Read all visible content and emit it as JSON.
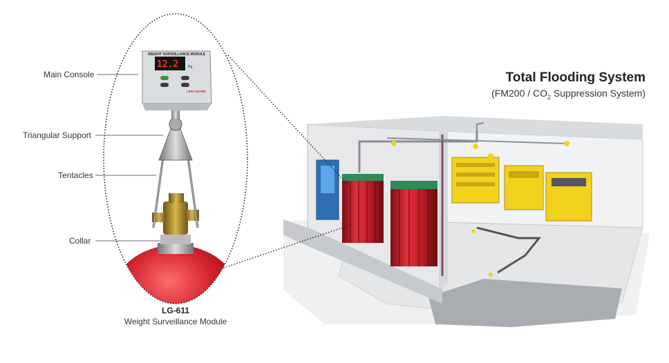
{
  "title": "Total Flooding System",
  "subtitle_pre": "(FM200  / CO",
  "subtitle_sub": "2",
  "subtitle_post": " Suppression System)",
  "callouts": {
    "main_console": "Main Console",
    "triangular_support": "Triangular Support",
    "tentacles": "Tentacles",
    "collar": "Collar"
  },
  "model": {
    "code": "LG-611",
    "description": "Weight Surveillance Module"
  },
  "console": {
    "heading": "WEIGHT SURVEILLANCE MODULE",
    "reading": "12.2",
    "unit": "Kg.",
    "brand": "LIFE-GUARD"
  },
  "colors": {
    "cylinder_red": "#c8202a",
    "equipment_yellow": "#f2d21c",
    "pipe_grey": "#8a8f96",
    "floor_grey": "#c9ccd0"
  }
}
